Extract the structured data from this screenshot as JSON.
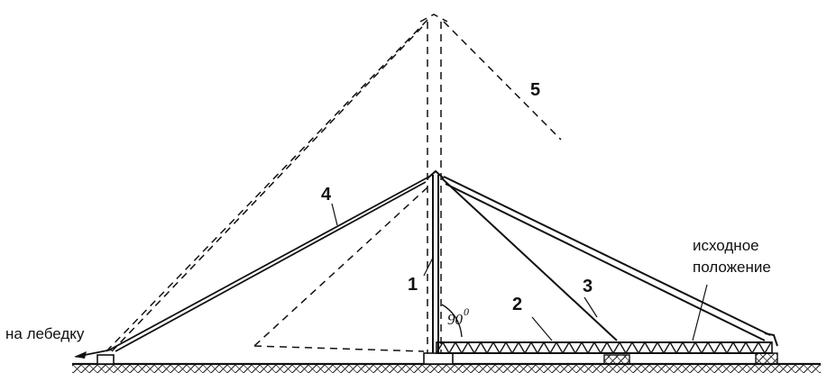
{
  "labels": {
    "mast": "1",
    "truss": "2",
    "cable": "3",
    "brace": "4",
    "raised_position": "5"
  },
  "annotations": {
    "to_winch": "на лебедку",
    "initial_line1": "исходное",
    "initial_line2": "положение",
    "angle_value": "90",
    "angle_unit": "0"
  }
}
